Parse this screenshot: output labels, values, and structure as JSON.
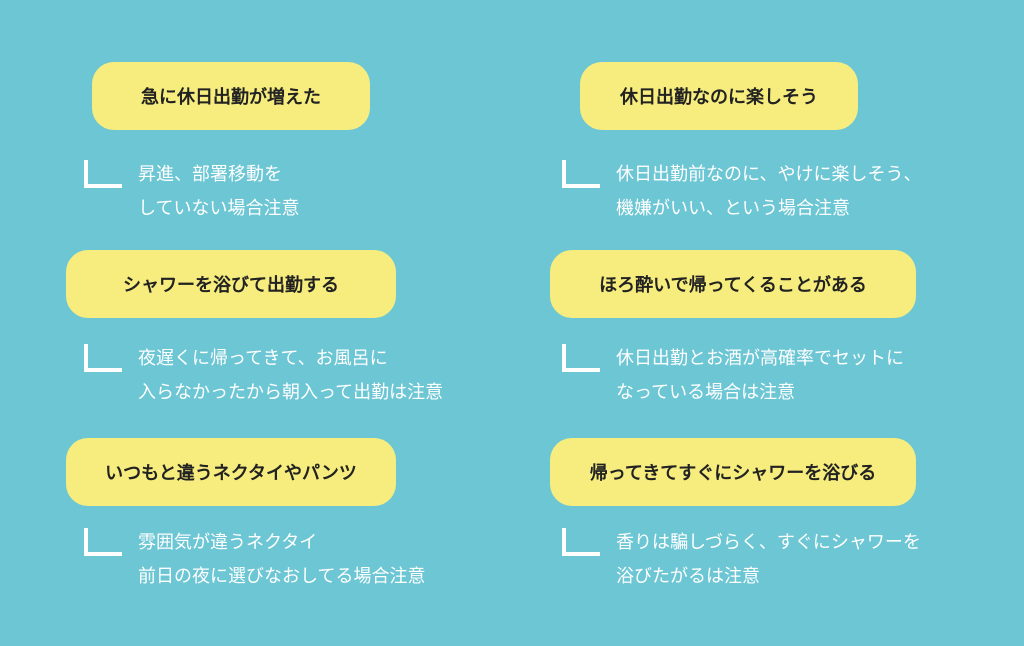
{
  "cards": [
    {
      "title": "急に休日出勤が増えた",
      "lines": [
        "昇進、部署移動を",
        "していない場合注意"
      ]
    },
    {
      "title": "休日出勤なのに楽しそう",
      "lines": [
        "休日出勤前なのに、やけに楽しそう、",
        "機嫌がいい、という場合注意"
      ]
    },
    {
      "title": "シャワーを浴びて出勤する",
      "lines": [
        "夜遅くに帰ってきて、お風呂に",
        "入らなかったから朝入って出勤は注意"
      ]
    },
    {
      "title": "ほろ酔いで帰ってくることがある",
      "lines": [
        "休日出勤とお酒が高確率でセットに",
        "なっている場合は注意"
      ]
    },
    {
      "title": "いつもと違うネクタイやパンツ",
      "lines": [
        "雰囲気が違うネクタイ",
        "前日の夜に選びなおしてる場合注意"
      ]
    },
    {
      "title": "帰ってきてすぐにシャワーを浴びる",
      "lines": [
        "香りは騙しづらく、すぐにシャワーを",
        "浴びたがるは注意"
      ]
    }
  ]
}
